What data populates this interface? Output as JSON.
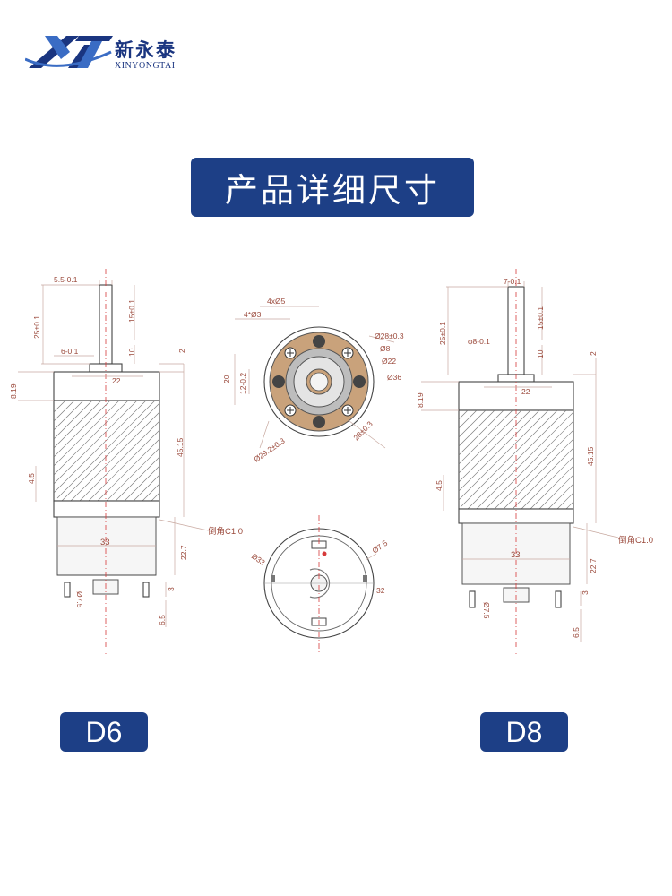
{
  "brand": {
    "name_cn": "新永泰",
    "name_en": "XINYONGTAI",
    "logo_letters": "XYT",
    "color": "#1a3580"
  },
  "banner": {
    "title": "产品详细尺寸"
  },
  "models": {
    "left": "D6",
    "right": "D8"
  },
  "dims_left": {
    "shaft_width": "5.5-0.1",
    "shaft_len": "25±0.1",
    "flat_len": "15±0.1",
    "flat_pos": "10",
    "flat_width": "6-0.1",
    "boss_h": "2",
    "boss_d": "22",
    "head_h": "8.19",
    "body_len": "45.15",
    "step": "4.5",
    "chamfer": "倒角C1.0",
    "motor_d": "33",
    "motor_len": "22.7",
    "term_h": "3",
    "bush_d": "Ø7.5",
    "bush_len": "6.5"
  },
  "dims_right": {
    "shaft_width": "7-0.1",
    "shaft_len": "25±0.1",
    "flat_len": "15±0.1",
    "flat_pos": "10",
    "shaft_d": "φ8-0.1",
    "boss_h": "2",
    "boss_d": "22",
    "head_h": "8.19",
    "body_len": "45.15",
    "step": "4.5",
    "chamfer": "倒角C1.0",
    "motor_d": "33",
    "motor_len": "22.7",
    "term_h": "3",
    "bush_d": "Ø7.5",
    "bush_len": "6.5"
  },
  "dims_front": {
    "holes": "4xØ5",
    "screws": "4*Ø3",
    "height": "20",
    "inner": "12-0.2",
    "pcd": "Ø28±0.3",
    "bore": "Ø8",
    "boss": "Ø22",
    "outer": "Ø36",
    "pcd2": "Ø29.2±0.3",
    "spacing": "28±0.3"
  },
  "dims_back": {
    "outer": "Ø33",
    "bush": "Ø7.5",
    "side": "32"
  }
}
